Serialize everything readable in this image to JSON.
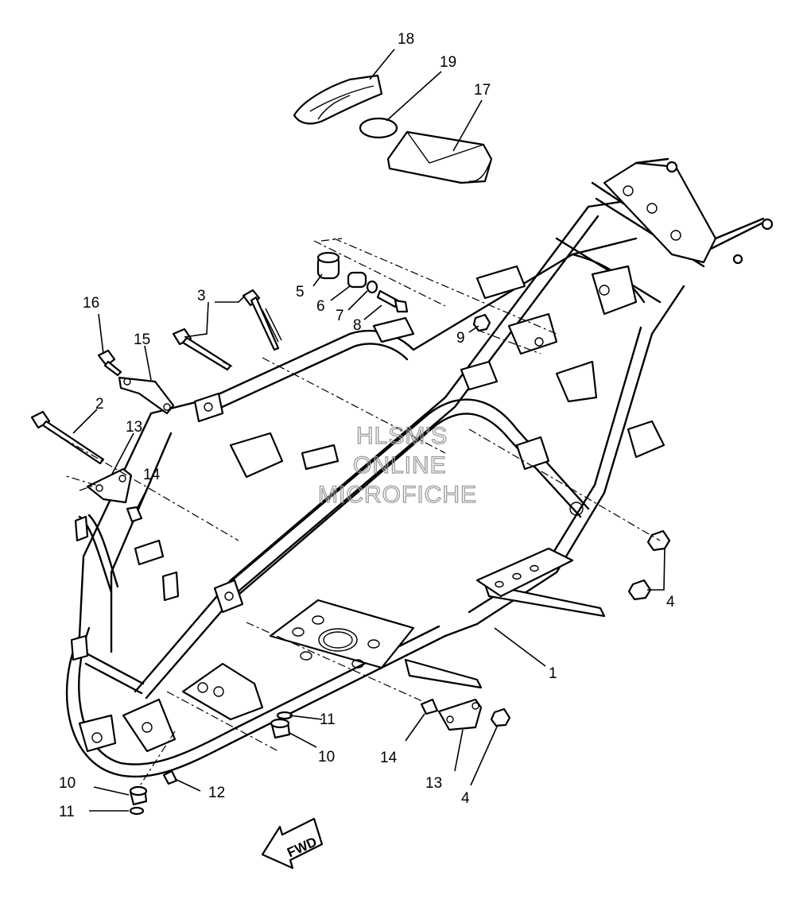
{
  "watermark": {
    "line1": "HLSM'S",
    "line2": "ONLINE",
    "line3": "MICROFICHE"
  },
  "direction_arrow": {
    "text": "FWD"
  },
  "callouts": [
    {
      "id": "callout-1",
      "number": "1"
    },
    {
      "id": "callout-2",
      "number": "2"
    },
    {
      "id": "callout-3",
      "number": "3"
    },
    {
      "id": "callout-4-upper",
      "number": "4"
    },
    {
      "id": "callout-4-lower",
      "number": "4"
    },
    {
      "id": "callout-5",
      "number": "5"
    },
    {
      "id": "callout-6",
      "number": "6"
    },
    {
      "id": "callout-7",
      "number": "7"
    },
    {
      "id": "callout-8",
      "number": "8"
    },
    {
      "id": "callout-9",
      "number": "9"
    },
    {
      "id": "callout-10-right",
      "number": "10"
    },
    {
      "id": "callout-10-left",
      "number": "10"
    },
    {
      "id": "callout-11-right",
      "number": "11"
    },
    {
      "id": "callout-11-left",
      "number": "11"
    },
    {
      "id": "callout-12",
      "number": "12"
    },
    {
      "id": "callout-13-upper",
      "number": "13"
    },
    {
      "id": "callout-13-lower",
      "number": "13"
    },
    {
      "id": "callout-14-upper",
      "number": "14"
    },
    {
      "id": "callout-14-lower",
      "number": "14"
    },
    {
      "id": "callout-15",
      "number": "15"
    },
    {
      "id": "callout-16",
      "number": "16"
    },
    {
      "id": "callout-17",
      "number": "17"
    },
    {
      "id": "callout-18",
      "number": "18"
    },
    {
      "id": "callout-19",
      "number": "19"
    }
  ]
}
